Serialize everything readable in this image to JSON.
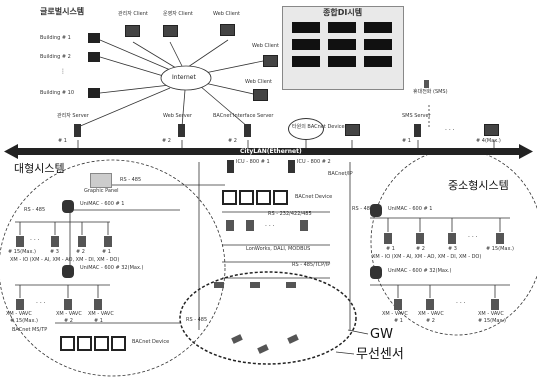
{
  "top": {
    "central_title": "글로벌시스템",
    "buildings": [
      "Building # 1",
      "Building # 2",
      "Building # 10"
    ],
    "clients": [
      "관리자 Client",
      "운영자 Client",
      "Web Client",
      "Web Client",
      "Web Client"
    ],
    "internet": "Internet",
    "management_title": "종합DI시템",
    "sms_label": "휴대전화 (SMS)"
  },
  "servers": {
    "admin_server": "관리자 Server",
    "web_server": "Web Server",
    "bacnet_server": "BACnet Interface Server",
    "bacnet_gw": "타원의 BACnet Device",
    "sms_server": "SMS Server",
    "labels": [
      "# 1",
      "# 2",
      "# 2",
      "# 1",
      "# 4(Max.)"
    ]
  },
  "backbone": {
    "label": "CityLAN(Ethernet)"
  },
  "left": {
    "title": "대형시스템",
    "graphic_panel": "Graphic Panel",
    "rs485_a": "RS - 485",
    "rs485_b": "RS - 485",
    "umac1": "UniMAC - 600 # 1",
    "umac2": "UniMAC - 600 # 32(Max.)",
    "row1_labels": [
      "# 15(Max.)",
      "# 3",
      "# 2",
      "# 1"
    ],
    "row1_sub": "XM - IO  (XM - AI, XM - AO, XM - DI, XM - DO)",
    "row2_devs": [
      "XM - VAVC",
      "XM - VAVC",
      "XM - VAVC"
    ],
    "row2_labels": [
      "# 15(Max.)",
      "# 2",
      "# 1"
    ],
    "bacnet_mstp": "BACnet MS/TP",
    "bacnet_device": "BACnet Device"
  },
  "center": {
    "icu1": "ICU - 800 # 1",
    "icu2": "ICU - 800 # 2",
    "bacnet_ip": "BACnet/IP",
    "bacnet_device": "BACnet Device",
    "rs232": "RS - 232/422/485",
    "lonworks": "LonWorks, DALI, MODBUS",
    "rs485w": "RS - 485/TCP/IP",
    "rs485_bottom": "RS - 485"
  },
  "right": {
    "title": "중소형시스템",
    "umac1": "UniMAC - 600 # 1",
    "umac2": "UniMAC - 600 # 32(Max.)",
    "row1_labels": [
      "# 1",
      "# 2",
      "# 3",
      "# 15(Max.)"
    ],
    "row1_sub": "XM - IO  (XM - AI, XM - AO, XM - DI, XM - DO)",
    "row2_devs": [
      "XM - VAVC",
      "XM - VAVC",
      "XM - VAVC"
    ],
    "row2_labels": [
      "# 1",
      "# 2",
      "# 15(Max.)"
    ],
    "rs485": "RS - 485"
  },
  "callouts": {
    "gw": "GW",
    "sensor": "무선센서"
  }
}
